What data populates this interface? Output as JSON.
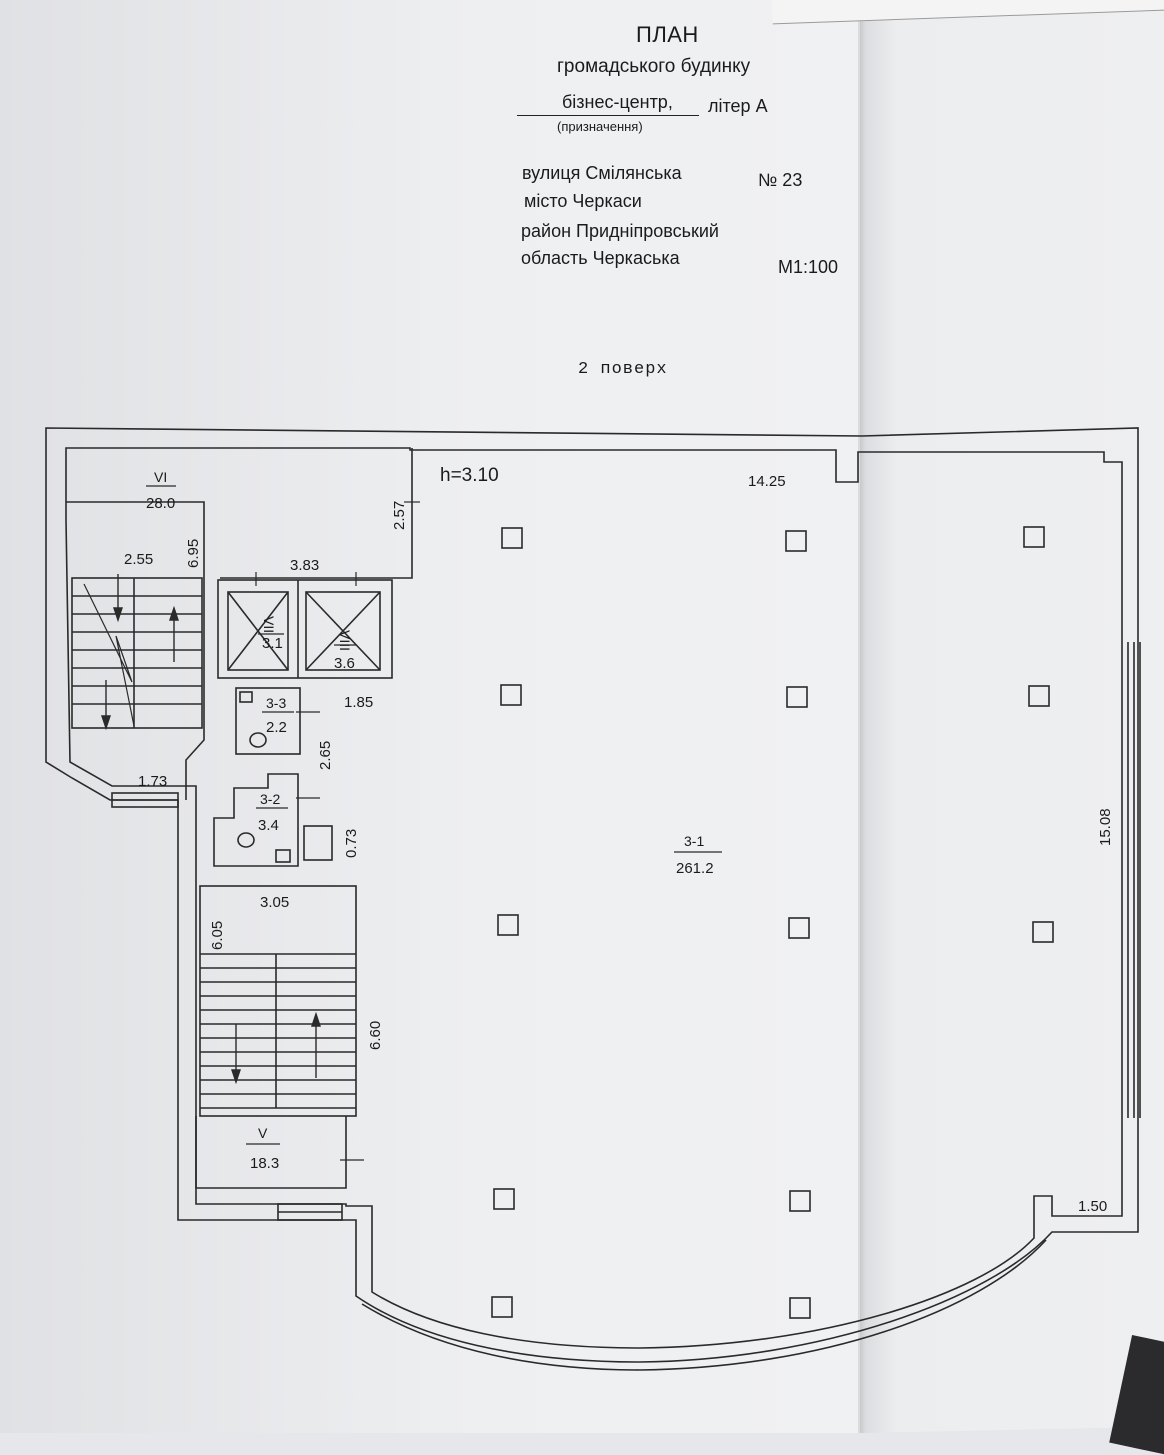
{
  "header": {
    "title": "ПЛАН",
    "subtitle": "громадського будинку",
    "purpose_value": "бізнес-центр,",
    "letter": "літер А",
    "purpose_caption": "(призначення)",
    "street": "вулиця  Смілянська",
    "house_number": "№ 23",
    "city": "місто  Черкаси",
    "district": "район Придніпровський",
    "region": "область Черкаська",
    "scale": "М1:100"
  },
  "floor_label": "2  поверх",
  "plan": {
    "ceiling_height": "h=3.10",
    "rooms": [
      {
        "id": "VI",
        "area": "28.0"
      },
      {
        "id": "VII",
        "area": "3.1"
      },
      {
        "id": "VIII",
        "area": "3.6"
      },
      {
        "id": "3-3",
        "area": "2.2"
      },
      {
        "id": "3-2",
        "area": "3.4"
      },
      {
        "id": "3-1",
        "area": "261.2"
      },
      {
        "id": "V",
        "area": "18.3"
      }
    ],
    "dimensions": [
      "14.25",
      "2.57",
      "2.55",
      "6.95",
      "3.83",
      "1.85",
      "2.65",
      "1.73",
      "0.73",
      "3.05",
      "6.05",
      "6.60",
      "15.08",
      "1.50"
    ]
  }
}
